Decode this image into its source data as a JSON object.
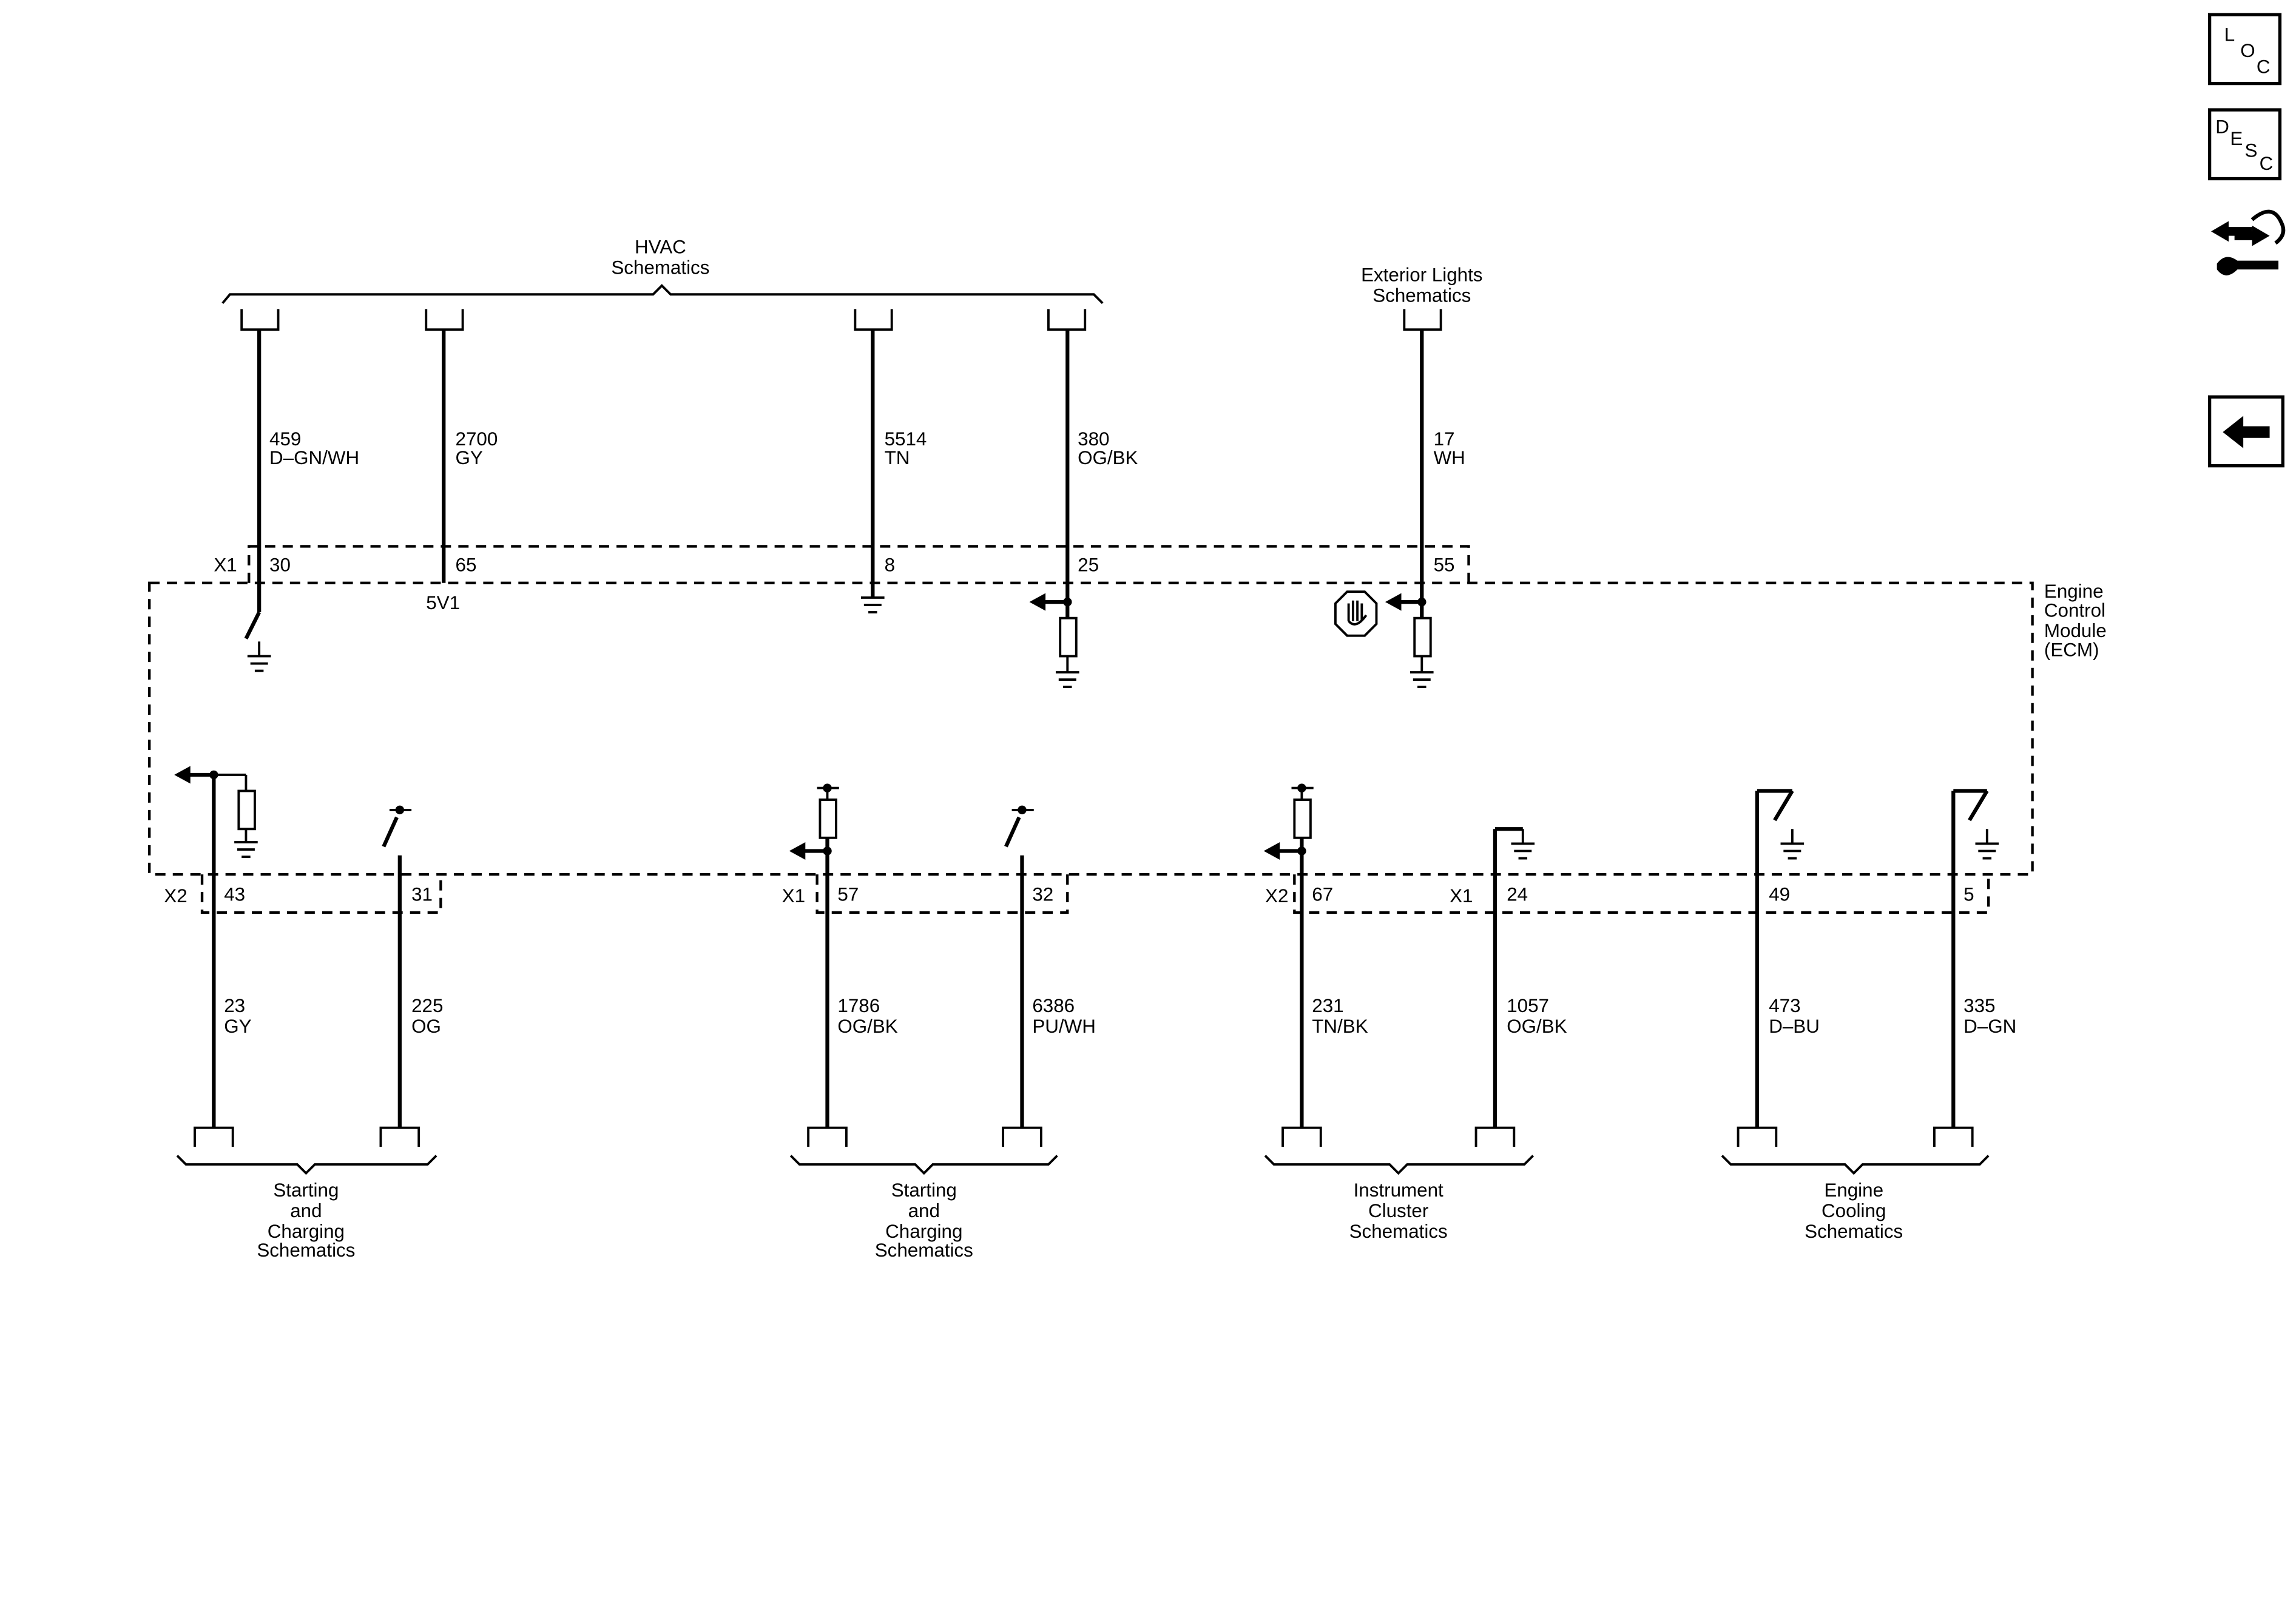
{
  "side_buttons": {
    "loc_label": [
      "L",
      "O",
      "C"
    ],
    "desc_label": [
      "D",
      "E",
      "S",
      "C"
    ]
  },
  "top_groups": {
    "hvac": [
      "HVAC",
      "Schematics"
    ],
    "exterior": [
      "Exterior Lights",
      "Schematics"
    ]
  },
  "module": {
    "label": [
      "Engine",
      "Control",
      "Module",
      "(ECM)"
    ]
  },
  "connectors": {
    "x1": "X1",
    "x2": "X2"
  },
  "top_wires": [
    {
      "pin": "30",
      "circuit": "459",
      "color": "D–GN/WH"
    },
    {
      "pin": "65",
      "circuit": "2700",
      "color": "GY",
      "ref_label": "5V1"
    },
    {
      "pin": "8",
      "circuit": "5514",
      "color": "TN"
    },
    {
      "pin": "25",
      "circuit": "380",
      "color": "OG/BK"
    },
    {
      "pin": "55",
      "circuit": "17",
      "color": "WH"
    }
  ],
  "bottom_wires": [
    {
      "connector": "X2",
      "pin": "43",
      "circuit": "23",
      "color": "GY"
    },
    {
      "pin": "31",
      "circuit": "225",
      "color": "OG"
    },
    {
      "connector": "X1",
      "pin": "57",
      "circuit": "1786",
      "color": "OG/BK"
    },
    {
      "pin": "32",
      "circuit": "6386",
      "color": "PU/WH"
    },
    {
      "connector": "X2",
      "pin": "67",
      "circuit": "231",
      "color": "TN/BK"
    },
    {
      "connector": "X1",
      "pin": "24",
      "circuit": "1057",
      "color": "OG/BK"
    },
    {
      "pin": "49",
      "circuit": "473",
      "color": "D–BU"
    },
    {
      "pin": "5",
      "circuit": "335",
      "color": "D–GN"
    }
  ],
  "bottom_groups": [
    [
      "Starting",
      "and",
      "Charging",
      "Schematics"
    ],
    [
      "Starting",
      "and",
      "Charging",
      "Schematics"
    ],
    [
      "Instrument",
      "Cluster",
      "Schematics"
    ],
    [
      "Engine",
      "Cooling",
      "Schematics"
    ]
  ]
}
